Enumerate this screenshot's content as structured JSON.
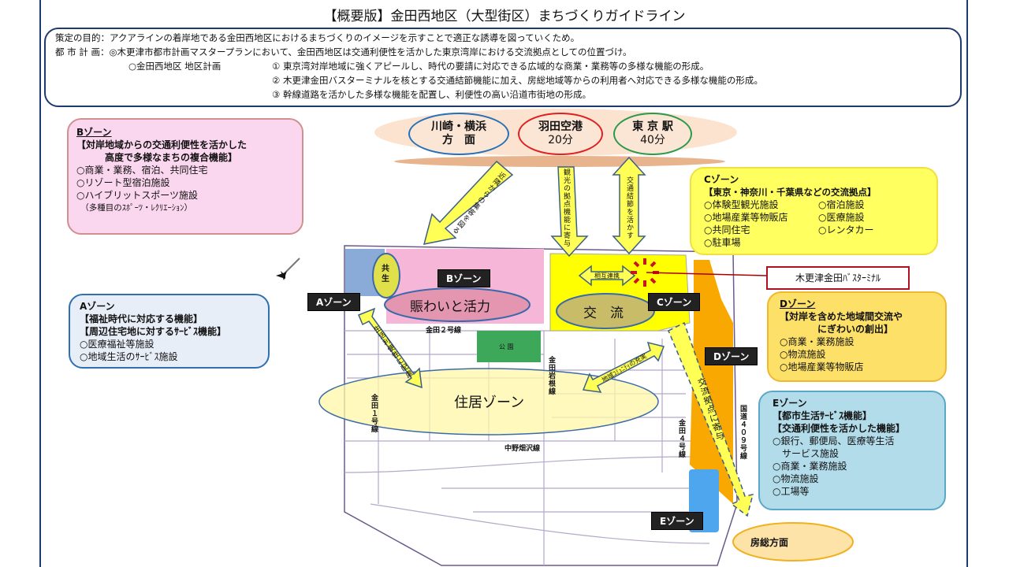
{
  "title": "【概要版】金田西地区（大型街区）まちづくりガイドライン",
  "summary": {
    "purpose": "策定の目的：アクアラインの着岸地である金田西地区におけるまちづくりのイメージを示すことで適正な誘導を図っていくため。",
    "plan": "都 市 計 画：◎木更津市都市計画マスタープランにおいて、金田西地区は交通利便性を活かした東京湾岸における交流拠点としての位置づけ。",
    "district_plan": "○金田西地区 地区計画",
    "items": [
      "① 東京湾対岸地域に強くアピールし、時代の要請に対応できる広域的な商業・業務等の多様な機能の形成。",
      "② 木更津金田バスターミナルを核とする交通結節機能に加え、房総地域等からの利用者へ対応できる多様な機能の形成。",
      "③ 幹線道路を活かした多様な機能を配置し、利便性の高い沿道市街地の形成。"
    ]
  },
  "destinations": [
    {
      "line1": "川崎・横浜",
      "line2": "方　面"
    },
    {
      "line1": "羽田空港",
      "line2": "20分"
    },
    {
      "line1": "東 京 駅",
      "line2": "40分"
    }
  ],
  "zones": {
    "B": {
      "name": "Bゾーン",
      "theme": "【対岸地域からの交通利便性を活かした\n　　　高度で多様なまちの複合機能】",
      "items": [
        "○商業・業務、宿泊、共同住宅",
        "○リゾート型宿泊施設",
        "○ハイブリットスポーツ施設",
        "　（多種目のｽﾎﾟｰﾂ・ﾚｸﾘｴｰｼｮﾝ）"
      ]
    },
    "A": {
      "name": "Aゾーン",
      "theme": "【福祉時代に対応する機能】\n【周辺住宅地に対するｻｰﾋﾞｽ機能】",
      "items": [
        "○医療福祉等施設",
        "○地域生活のｻｰﾋﾞｽ施設"
      ]
    },
    "C": {
      "name": "Cゾーン",
      "theme": "【東京・神奈川・千葉県などの交流拠点】",
      "items": [
        "○体験型観光施設",
        "○宿泊施設",
        "○地場産業等物販店",
        "○医療施設",
        "○共同住宅",
        "○レンタカー",
        "○駐車場"
      ]
    },
    "D": {
      "name": "Dゾーン",
      "theme": "【対岸を含めた地域間交流や\n　　　　にぎわいの創出】",
      "items": [
        "○商業・業務施設",
        "○物流施設",
        "○地場産業等物販店"
      ]
    },
    "E": {
      "name": "Eゾーン",
      "theme": "【都市生活ｻｰﾋﾞｽ機能】\n【交通利便性を活かした機能】",
      "items": [
        "○銀行、郵便局、医療等生活\n　サービス施設",
        "○商業・業務施設",
        "○物流施設",
        "○工場等"
      ]
    }
  },
  "map": {
    "labels": {
      "A": "Aゾーン",
      "B": "Bゾーン",
      "C": "Cゾーン",
      "D": "Dゾーン",
      "E": "Eゾーン"
    },
    "kyosei": "共生",
    "nigiwai": "賑わいと活力",
    "koryu": "交　流",
    "jukyo": "住居ゾーン",
    "park": "公 園",
    "bus_terminal": "木更津金田ﾊﾞｽﾀｰﾐﾅﾙ",
    "boso": "房総方面",
    "arrows": {
      "a1": "近隣からの集客を図る",
      "a2": "観光の拠点機能に寄与",
      "a3": "交通結節を活かす",
      "a4": "相互連携",
      "a5": "生活利便性に配慮",
      "a6": "地域ｺﾐｭﾆﾃｨの充実",
      "a7": "交流拠点に寄与"
    },
    "roads": {
      "r1": "金田２号線",
      "r2": "金田岩根線",
      "r3": "金田１号線",
      "r4": "中野畑沢線",
      "r5": "金田４号線",
      "r6": "国道４０９号線"
    }
  }
}
